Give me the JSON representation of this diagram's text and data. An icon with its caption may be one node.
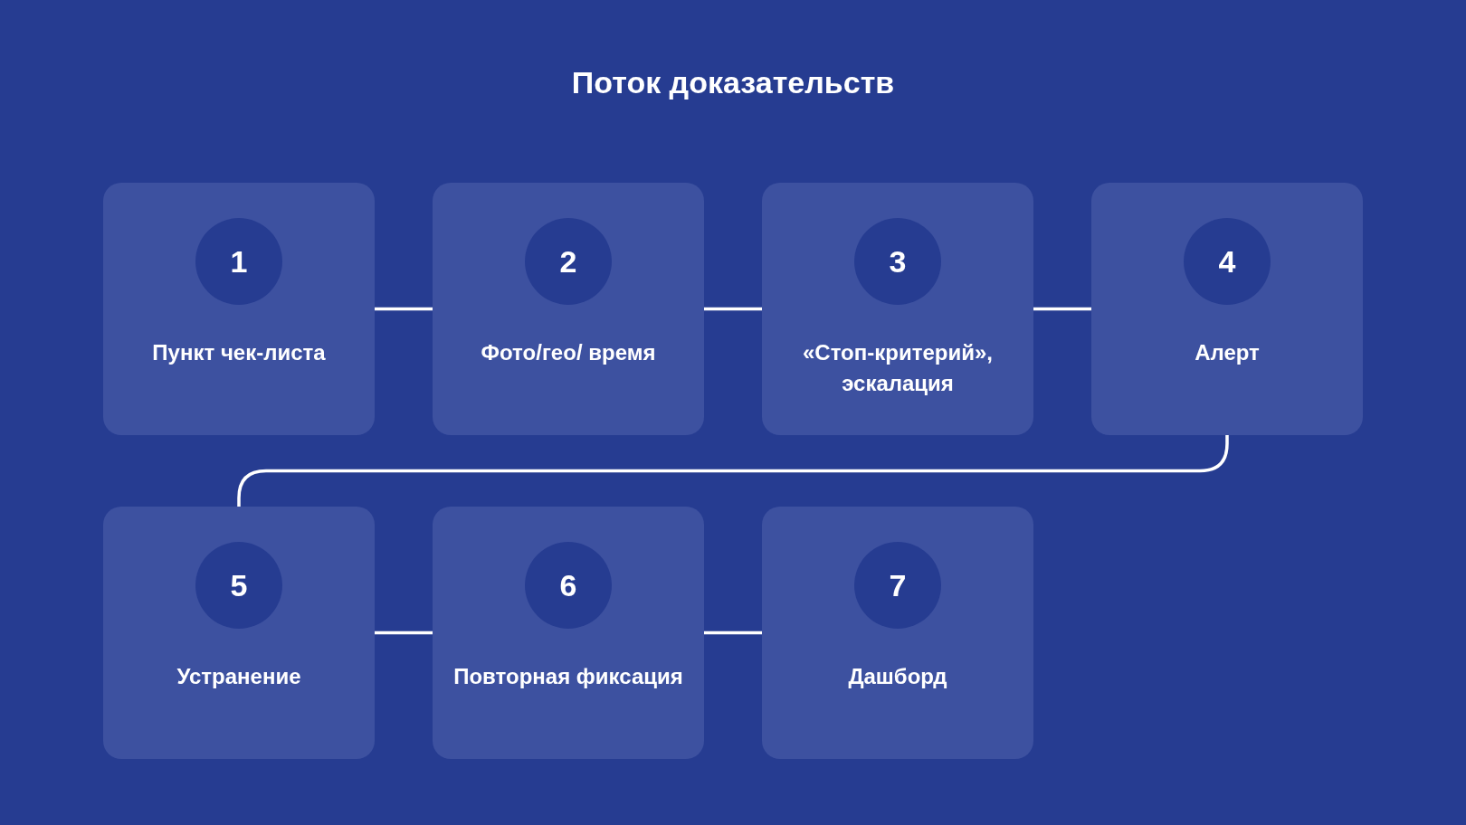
{
  "diagram": {
    "title": "Поток доказательств",
    "nodes": [
      {
        "text": [
          "1",
          "Пункт чек-листа"
        ]
      },
      {
        "text": [
          "2",
          "Фото/гео/ время"
        ]
      },
      {
        "text": [
          "3",
          "«Стоп-критерий», эскалация"
        ]
      },
      {
        "text": [
          "4",
          "Алерт"
        ]
      },
      {
        "text": [
          "5",
          "Устранение"
        ]
      },
      {
        "text": [
          "6",
          "Повторная фиксация"
        ]
      },
      {
        "text": [
          "7",
          "Дашборд"
        ]
      }
    ],
    "edges": [
      {
        "from": 0,
        "to": 1,
        "arrow": "none"
      },
      {
        "from": 1,
        "to": 2,
        "arrow": "none"
      },
      {
        "from": 2,
        "to": 3,
        "arrow": "none"
      },
      {
        "from": 3,
        "to": 4,
        "arrow": "none"
      },
      {
        "from": 4,
        "to": 5,
        "arrow": "none"
      },
      {
        "from": 5,
        "to": 6,
        "arrow": "none"
      }
    ]
  }
}
